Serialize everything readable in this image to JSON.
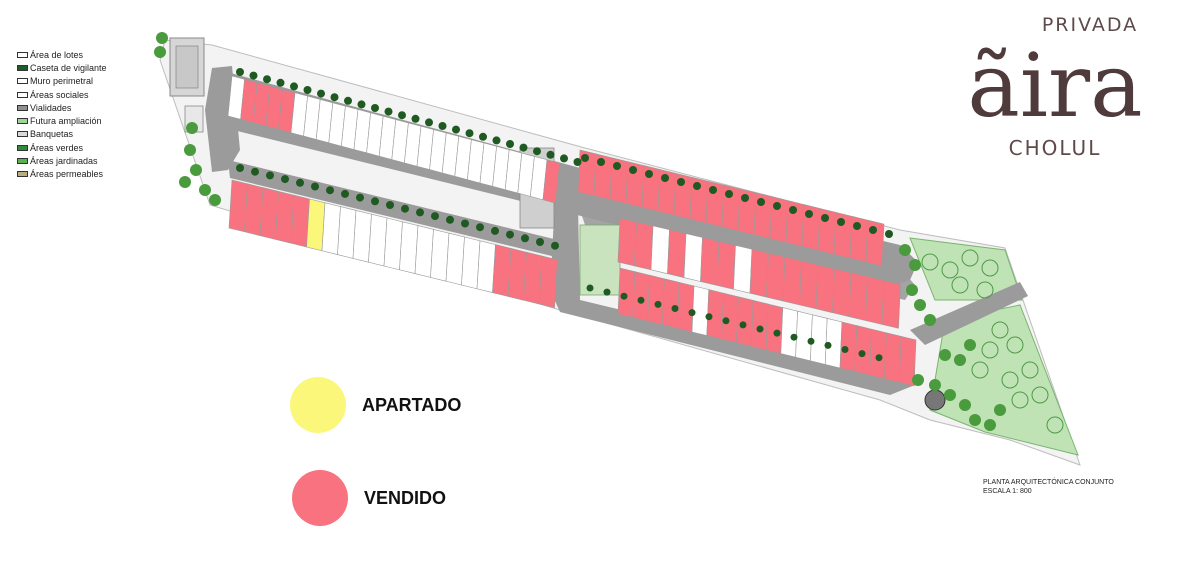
{
  "legend": {
    "items": [
      {
        "label": "Área de lotes",
        "color": "#ffffff"
      },
      {
        "label": "Caseta de vigilante",
        "color": "#1e5b2a"
      },
      {
        "label": "Muro perimetral",
        "color": "#ffffff"
      },
      {
        "label": "Áreas sociales",
        "color": "#ffffff"
      },
      {
        "label": "Vialidades",
        "color": "#8f8f8f"
      },
      {
        "label": "Futura ampliación",
        "color": "#9ed39a"
      },
      {
        "label": "Banquetas",
        "color": "#d9d9d9"
      },
      {
        "label": "Áreas verdes",
        "color": "#2f8a3a"
      },
      {
        "label": "Áreas jardinadas",
        "color": "#58b24f"
      },
      {
        "label": "Áreas permeables",
        "color": "#b8ae86"
      }
    ]
  },
  "brand": {
    "top": "PRIVADA",
    "main": "ãira",
    "bottom": "CHOLUL"
  },
  "status": {
    "apartado": {
      "label": "APARTADO",
      "color": "#fbf77a"
    },
    "vendido": {
      "label": "VENDIDO",
      "color": "#f8737f"
    }
  },
  "plan": {
    "note_line1": "PLANTA ARQUITECTÓNICA CONJUNTO",
    "note_line2": "ESCALA 1: 800"
  },
  "colors": {
    "lot_free": "#ffffff",
    "lot_sold": "#f8737f",
    "lot_reserved": "#fbf77a",
    "road": "#9b9b9b",
    "tree": "#1f5a22",
    "shrub": "#4a9a3e",
    "green_area": "#bfe3b5"
  },
  "blocks": [
    {
      "name": "block-a",
      "lots": [
        "free",
        "sold",
        "sold",
        "sold",
        "sold",
        "free",
        "free",
        "free",
        "free",
        "free",
        "free",
        "free",
        "free",
        "free",
        "free",
        "free",
        "free",
        "free",
        "free",
        "free",
        "free",
        "free",
        "free",
        "free",
        "free",
        "sold"
      ]
    },
    {
      "name": "block-b",
      "lots": [
        "sold",
        "sold",
        "sold",
        "sold",
        "sold",
        "reserved",
        "free",
        "free",
        "free",
        "free",
        "free",
        "free",
        "free",
        "free",
        "free",
        "free",
        "free",
        "sold",
        "sold",
        "sold",
        "sold"
      ]
    },
    {
      "name": "block-c",
      "lots": [
        "sold",
        "sold",
        "sold",
        "sold",
        "sold",
        "sold",
        "sold",
        "sold",
        "sold",
        "sold",
        "sold",
        "sold",
        "sold",
        "sold",
        "sold",
        "sold",
        "sold",
        "sold",
        "sold"
      ]
    },
    {
      "name": "block-d",
      "lots": [
        "sold",
        "sold",
        "free",
        "sold",
        "free",
        "sold",
        "sold",
        "free",
        "sold",
        "sold",
        "sold",
        "sold",
        "sold",
        "sold",
        "sold",
        "sold",
        "sold"
      ]
    },
    {
      "name": "block-e",
      "lots": [
        "sold",
        "sold",
        "sold",
        "sold",
        "sold",
        "free",
        "sold",
        "sold",
        "sold",
        "sold",
        "sold",
        "free",
        "free",
        "free",
        "free",
        "sold",
        "sold",
        "sold",
        "sold",
        "sold"
      ]
    }
  ]
}
